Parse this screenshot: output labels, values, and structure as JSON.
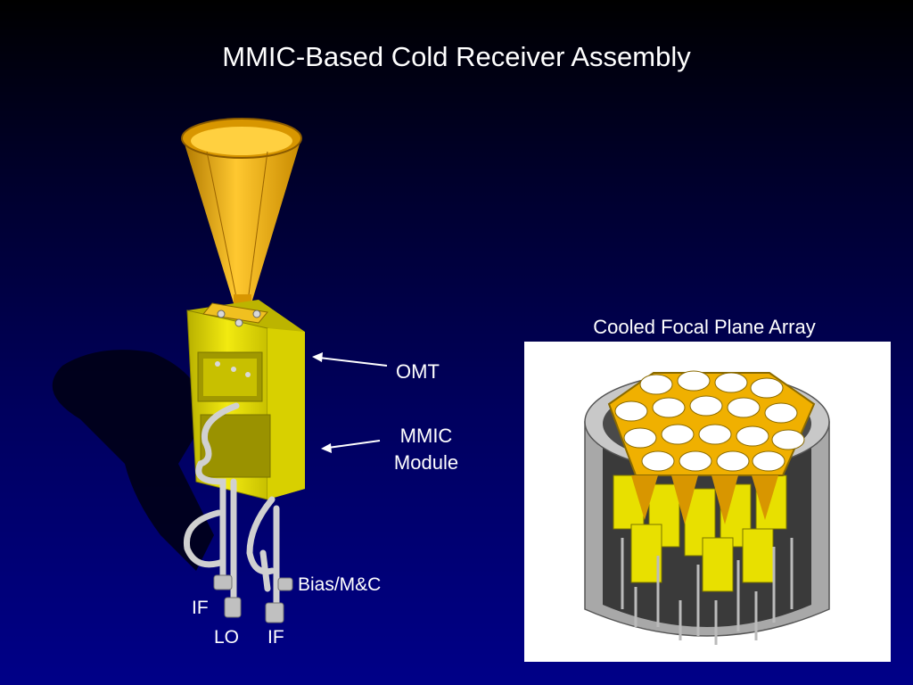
{
  "title": "MMIC-Based Cold Receiver Assembly",
  "labels": {
    "omt": "OMT",
    "mmic_line1": "MMIC",
    "mmic_line2": "Module",
    "bias": "Bias/M&C",
    "if_left": "IF",
    "lo": "LO",
    "if_right": "IF",
    "focal_plane": "Cooled Focal Plane Array"
  },
  "colors": {
    "horn": "#f4b400",
    "module": "#e8e000",
    "cable": "#d0d0d0",
    "arrow": "#ffffff",
    "array_plate": "#f4b400",
    "cryostat": "#a8a8a8"
  },
  "icons": [
    "feed-horn-icon",
    "omt-module-icon",
    "cable-assembly-icon",
    "cryostat-array-icon"
  ]
}
